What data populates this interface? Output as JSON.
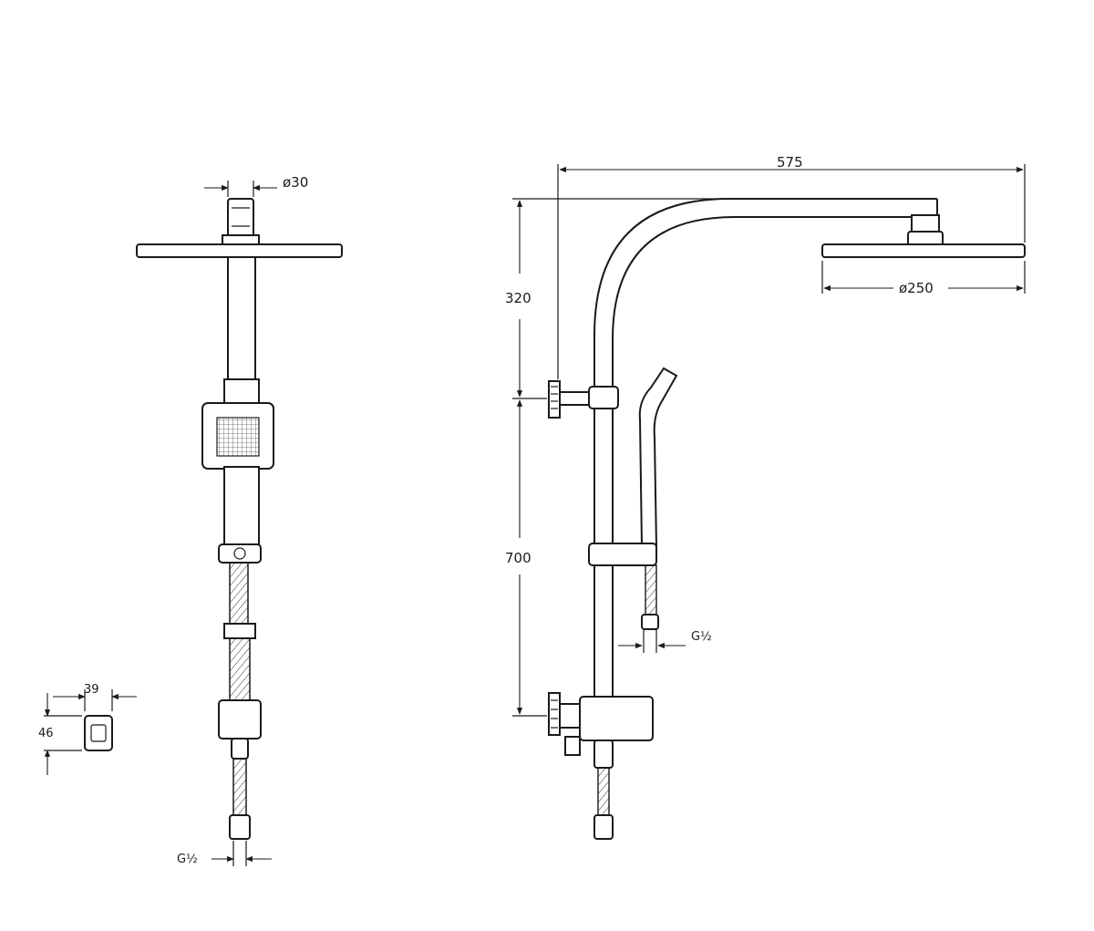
{
  "front_view": {
    "dims": {
      "pipe_dia": "ø30",
      "hose_connection": "G½"
    }
  },
  "side_view": {
    "dims": {
      "reach": "575",
      "arm_height": "320",
      "rail_height": "700",
      "head_dia": "ø250",
      "hose_connection": "G½"
    }
  },
  "bracket_detail": {
    "dims": {
      "width": "39",
      "height": "46"
    }
  }
}
